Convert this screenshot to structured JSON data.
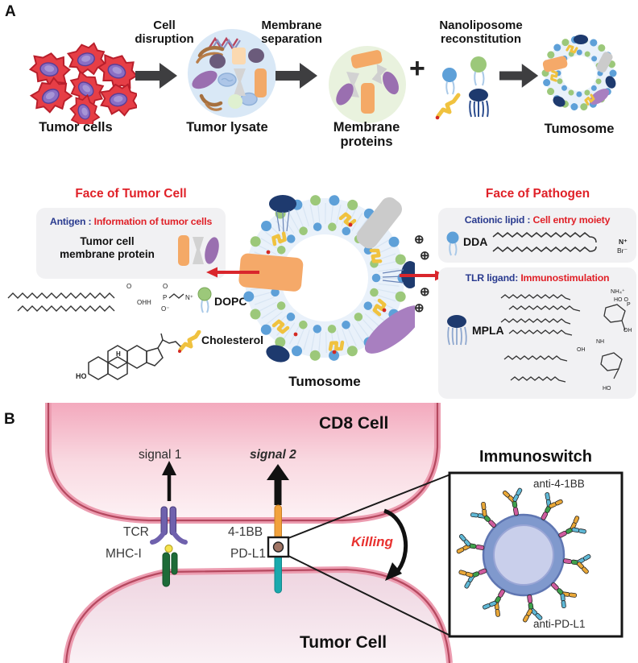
{
  "figure": {
    "panel_a_label": "A",
    "panel_b_label": "B"
  },
  "process": {
    "tumor_cells_label": "Tumor cells",
    "step1": "Cell disruption",
    "tumor_lysate_label": "Tumor lysate",
    "step2": "Membrane separation",
    "membrane_proteins_label": "Membrane proteins",
    "plus": "+",
    "step3": "Nanoliposome reconstitution",
    "tumosome_label": "Tumosome"
  },
  "face_tumor": {
    "title": "Face of Tumor Cell",
    "antigen_label": "Antigen :",
    "antigen_desc": "Information of tumor cells",
    "protein_label_line1": "Tumor cell",
    "protein_label_line2": "membrane protein",
    "dopc_label": "DOPC",
    "cholesterol_label": "Cholesterol"
  },
  "tumosome_center": {
    "label": "Tumosome",
    "charge": "⊕"
  },
  "face_pathogen": {
    "title": "Face of Pathogen",
    "cationic_label": "Cationic lipid :",
    "cationic_desc": "Cell entry moiety",
    "dda_label": "DDA",
    "tlr_label": "TLR ligand:",
    "tlr_desc": "Immunostimulation",
    "mpla_label": "MPLA"
  },
  "chem": {
    "dda_n": "N⁺",
    "dda_br": "Br⁻",
    "dopc_o1": "O",
    "dopc_o2": "O",
    "dopc_oh": "OH",
    "dopc_h": "H",
    "dopc_p": "P",
    "dopc_om": "O⁻",
    "dopc_n": "N⁺",
    "chol_ho": "HO",
    "chol_h": "H",
    "mpla_nh4": "NH₄⁺",
    "mpla_hop": "HO O",
    "mpla_p": "P",
    "mpla_oh1": "OH",
    "mpla_nh": "NH",
    "mpla_oh2": "OH",
    "mpla_ho": "HO"
  },
  "synapse": {
    "cd8_cell": "CD8 Cell",
    "tumor_cell": "Tumor Cell",
    "signal1": "signal 1",
    "signal2": "signal 2",
    "tcr": "TCR",
    "mhc1": "MHC-I",
    "four_1bb": "4-1BB",
    "pdl1": "PD-L1",
    "killing": "Killing"
  },
  "immunoswitch": {
    "title": "Immunoswitch",
    "anti_41bb": "anti-4-1BB",
    "anti_pdl1": "anti-PD-L1"
  },
  "colors": {
    "accent_red": "#e02128",
    "accent_navy": "#2a3b8f",
    "arrow_gray": "#3e3e40",
    "membrane_pink": "#ec9cb0",
    "membrane_line": "#b5485f",
    "lipid_blue": "#5ea0d8",
    "lipid_green": "#9cc87a",
    "mpla_navy": "#1e3a6e",
    "cholesterol_yellow": "#f0c23f",
    "protein_orange": "#f5a969",
    "protein_purple": "#a87fc0",
    "tcr_purple": "#6f61ad",
    "mhc_green": "#1d6b38",
    "bb_orange": "#f2a23c",
    "pdl1_teal": "#1aa9ad",
    "particle_blue": "#8099cd"
  }
}
